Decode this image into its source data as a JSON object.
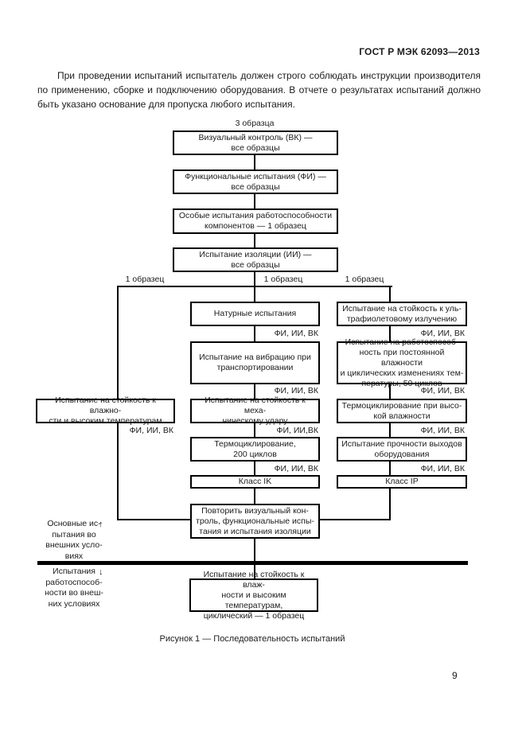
{
  "page": {
    "header": "ГОСТ Р МЭК 62093—2013",
    "intro_paragraph": "При проведении испытаний испытатель должен строго соблюдать инструкции производителя по применению, сборке и подключению оборудования. В отчете о результатах испытаний должно быть указано основание для пропуска любого испытания.",
    "figure_caption": "Рисунок 1 — Последовательность испытаний",
    "page_number": "9"
  },
  "flowchart": {
    "top_label": "3 образца",
    "branch_labels": [
      "1 образец",
      "1 образец",
      "1 образец"
    ],
    "boxes": [
      {
        "id": "visual-control",
        "text": "Визуальный контроль (ВК) —\nвсе образцы"
      },
      {
        "id": "functional-tests",
        "text": "Функциональные испытания (ФИ) —\nвсе образцы"
      },
      {
        "id": "special-performance",
        "text": "Особые испытания работоспособности\nкомпонентов — 1 образец"
      },
      {
        "id": "insulation-test",
        "text": "Испытание изоляции (ИИ) —\nвсе образцы"
      },
      {
        "id": "field-tests",
        "text": "Натурные испытания"
      },
      {
        "id": "vibration-transport",
        "text": "Испытание на вибрацию при\nтранспортировании"
      },
      {
        "id": "mechanical-shock",
        "text": "Испытание на стойкость к меха-\nническому удару"
      },
      {
        "id": "thermal-cycling-200",
        "text": "Термоциклирование,\n200 циклов"
      },
      {
        "id": "class-ik",
        "text": "Класс IK"
      },
      {
        "id": "repeat-tests",
        "text": "Повторить визуальный кон-\nтроль, функциональные испы-\nтания и испытания изоляции"
      },
      {
        "id": "humidity-high-temp",
        "text": "Испытание на стойкость к влажно-\nсти и высоким температурам"
      },
      {
        "id": "uv-resistance",
        "text": "Испытание на стойкость к уль-\nтрафиолетовому излучению"
      },
      {
        "id": "performance-humidity-cycles",
        "text": "Испытание на работоспособ-\nность при постоянной влажности\nи циклических изменениях тем-\nпературы, 50 циклов"
      },
      {
        "id": "thermal-cycling-humidity",
        "text": "Термоциклирование при высо-\nкой влажности"
      },
      {
        "id": "equipment-outputs-strength",
        "text": "Испытание прочности выходов\nоборудования"
      },
      {
        "id": "class-ip",
        "text": "Класс IP"
      },
      {
        "id": "cyclic-humidity-test",
        "text": "Испытание на стойкость к влаж-\nности и высоким температурам,\nциклический — 1 образец"
      }
    ],
    "gate_labels": [
      "ФИ, ИИ, ВК",
      "ФИ, ИИ, ВК",
      "ФИ, ИИ,ВК",
      "ФИ, ИИ, ВК",
      "ФИ, ИИ, ВК",
      "ФИ, ИИ, ВК",
      "ФИ, ИИ, ВК",
      "ФИ, ИИ, ВК",
      "ФИ, ИИ, ВК"
    ],
    "side_labels": {
      "upper": "Основные ис-\nпытания во\nвнешних усло-\nвиях",
      "upper_arrow": "↑",
      "lower": "Испытания\nработоспособ-\nности во внеш-\nних условиях",
      "lower_arrow": "↓"
    }
  }
}
